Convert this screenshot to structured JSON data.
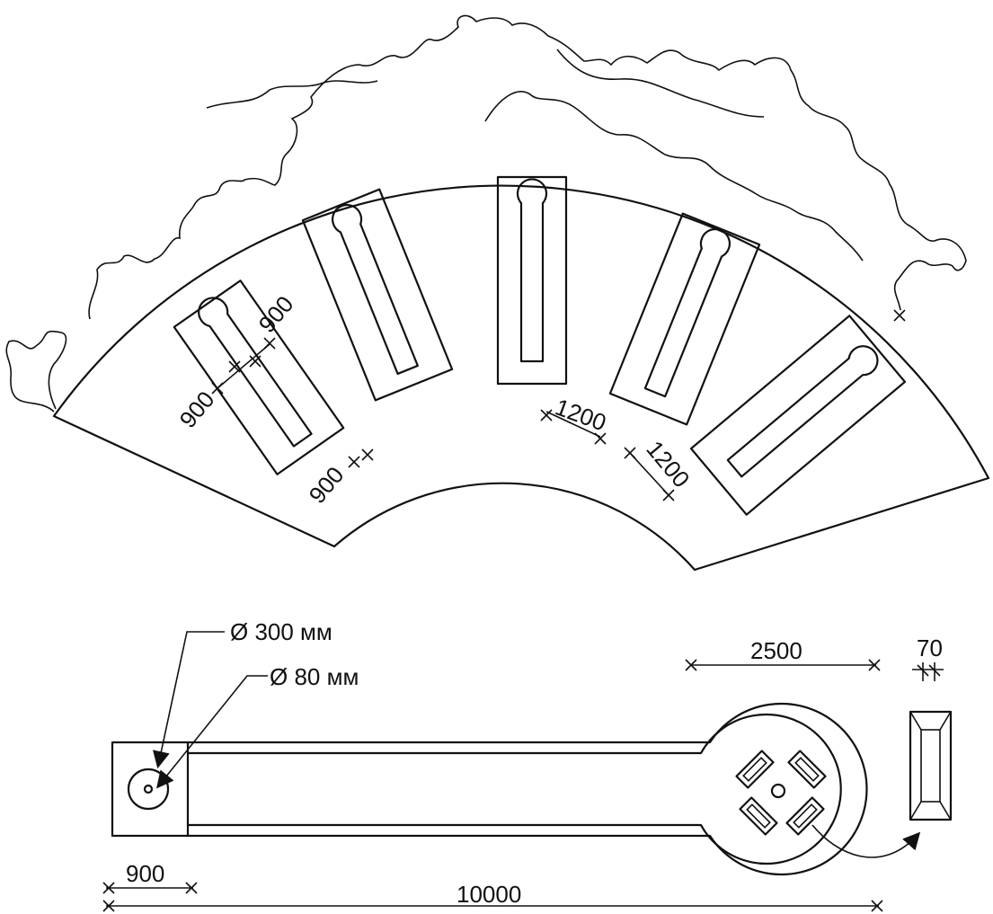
{
  "plan_dimensions": {
    "bed_dim_a": "900",
    "bed_dim_b": "900",
    "bed_dim_c": "900",
    "gap_dim_a": "1200",
    "gap_dim_b": "1200"
  },
  "detail_labels": {
    "outer_diameter": "Ø 300 мм",
    "inner_diameter": "Ø 80 мм",
    "bowl_width": "2500",
    "side_dim": "70",
    "end_width": "900",
    "total_length": "10000"
  },
  "bed_count": 5
}
